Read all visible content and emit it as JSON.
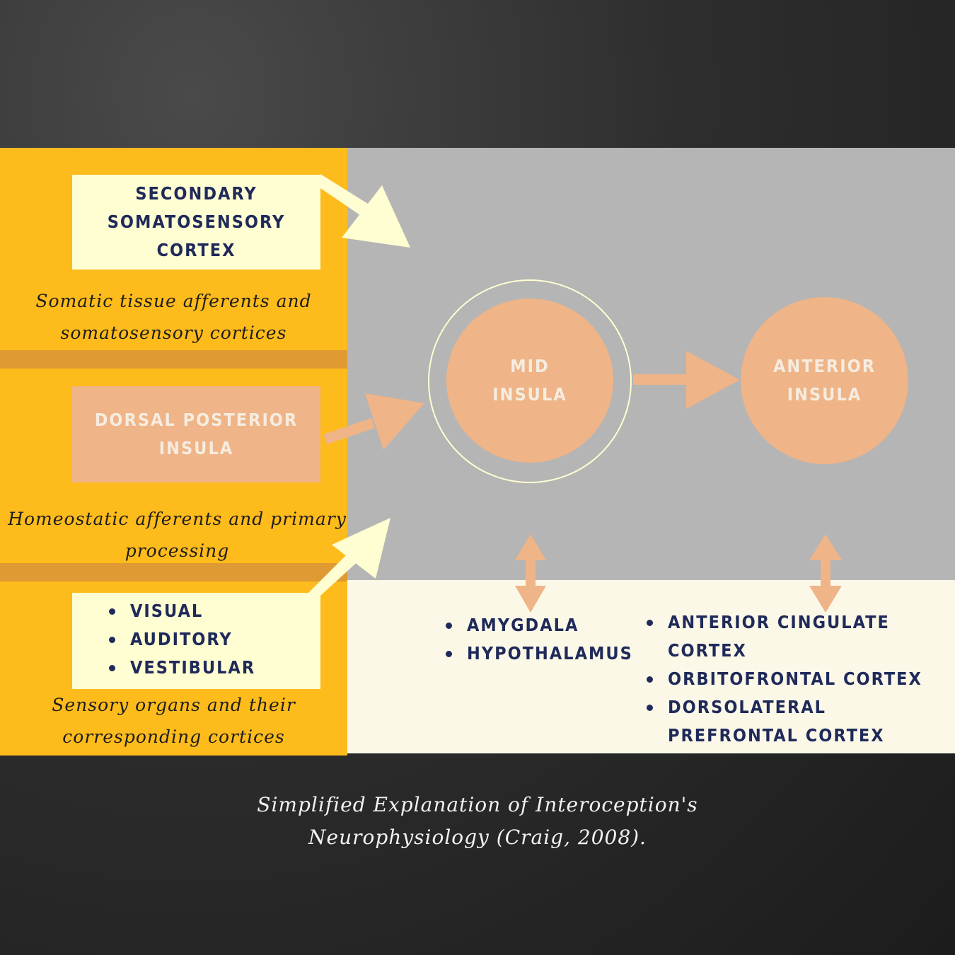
{
  "left": {
    "box_secondary": {
      "line1": "SECONDARY",
      "line2": "SOMATOSENSORY",
      "line3": "CORTEX"
    },
    "caption_somatic": {
      "line1": "Somatic tissue afferents and",
      "line2": "somatosensory cortices"
    },
    "box_dorsal": {
      "line1": "DORSAL POSTERIOR",
      "line2": "INSULA"
    },
    "caption_homeostatic": {
      "line1": "Homeostatic afferents and primary",
      "line2": "processing"
    },
    "box_senses": {
      "items": [
        "VISUAL",
        "AUDITORY",
        "VESTIBULAR"
      ]
    },
    "caption_sensory": {
      "line1": "Sensory organs and their",
      "line2": "corresponding cortices"
    }
  },
  "center": {
    "mid_insula": {
      "line1": "MID",
      "line2": "INSULA"
    },
    "anterior_insula": {
      "line1": "ANTERIOR",
      "line2": "INSULA"
    }
  },
  "bottom": {
    "mid_list": [
      "AMYGDALA",
      "HYPOTHALAMUS"
    ],
    "anterior_list": [
      "ANTERIOR CINGULATE CORTEX",
      "ORBITOFRONTAL CORTEX",
      "DORSOLATERAL PREFRONTAL CORTEX"
    ]
  },
  "footer": {
    "line1": "Simplified Explanation of Interoception's",
    "line2": "Neurophysiology (Craig, 2008)."
  },
  "colors": {
    "yellow_panel": "#FDBB1C",
    "grey_panel": "#B5B5B5",
    "cream_panel": "#FCF8E8",
    "light_yellow_box": "#FFFDD2",
    "peach": "#EFB487",
    "divider": "#E09A33",
    "navy_text": "#1F2A5A"
  }
}
